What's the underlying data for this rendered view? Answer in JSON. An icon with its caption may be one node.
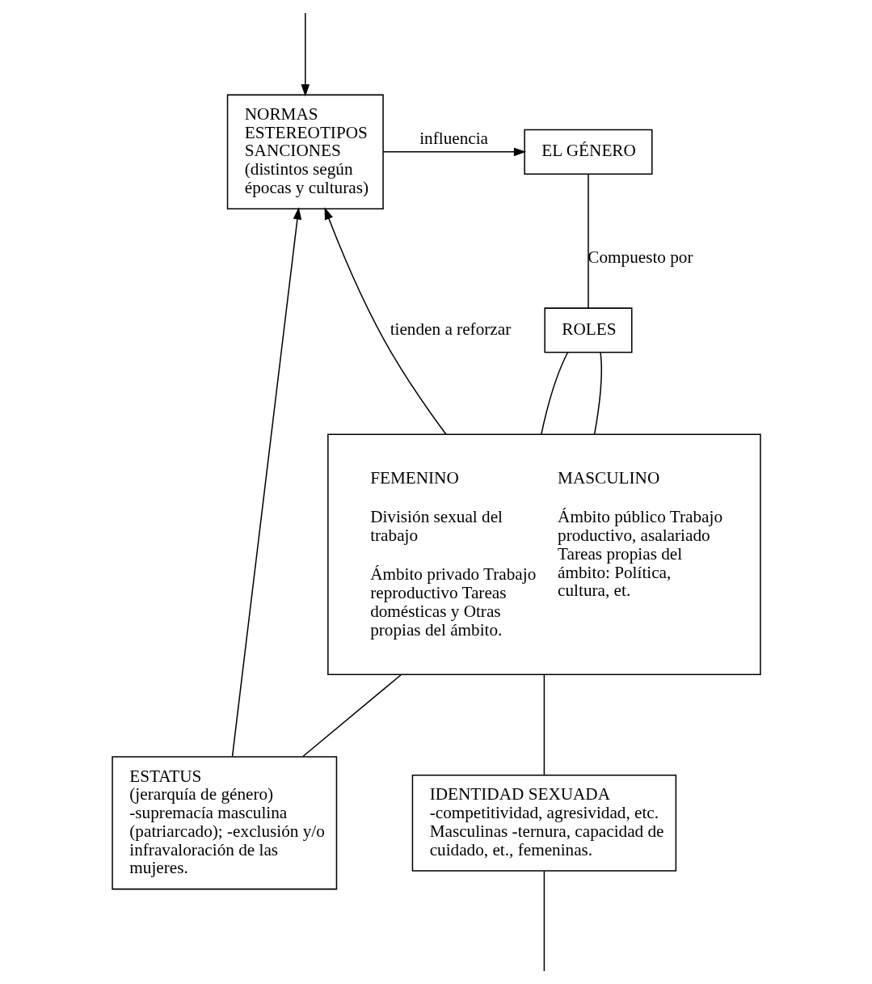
{
  "diagram": {
    "nodes": [
      {
        "text": [
          "EL GÉNERO"
        ]
      },
      {
        "text": [
          "NORMAS",
          "ESTEREOTIPOS",
          "SANCIONES",
          "(distintos según épocas y culturas)"
        ]
      },
      {
        "text": [
          "ROLES"
        ]
      },
      {
        "text": [
          "FEMENINO",
          "División sexual del trabajo",
          "Ámbito privado Trabajo reproductivo Tareas domésticas y Otras propias del ámbito.",
          "MASCULINO",
          "Ámbito público Trabajo productivo, asalariado Tareas propias del ámbito: Política, cultura, et."
        ]
      },
      {
        "text": [
          "IDENTIDAD SEXUADA",
          "-competitividad, agresividad, etc. Masculinas -ternura, capacidad de cuidado, et., femeninas."
        ]
      },
      {
        "text": [
          "ESTATUS",
          "(jerarquía de género) -supremacía masculina (patriarcado); -exclusión y/o infravaloración de las mujeres."
        ]
      }
    ],
    "edges": [
      {
        "from": 1,
        "to": 0,
        "arrow": "to",
        "label": "influencia"
      },
      {
        "from": 0,
        "to": 2,
        "arrow": "none",
        "label": "Compuesto por"
      },
      {
        "from": 2,
        "to": 3,
        "arrow": "none"
      },
      {
        "from": 2,
        "to": 3,
        "arrow": "none"
      },
      {
        "from": 3,
        "to": 4,
        "arrow": "none"
      },
      {
        "from": 3,
        "to": 5,
        "arrow": "none"
      },
      {
        "from": 3,
        "to": 1,
        "arrow": "to",
        "label": "tienden a reforzar"
      },
      {
        "from": 5,
        "to": 1,
        "arrow": "to"
      },
      {
        "from": null,
        "to": 1,
        "arrow": "to"
      },
      {
        "from": 4,
        "to": null,
        "arrow": "none"
      }
    ]
  }
}
